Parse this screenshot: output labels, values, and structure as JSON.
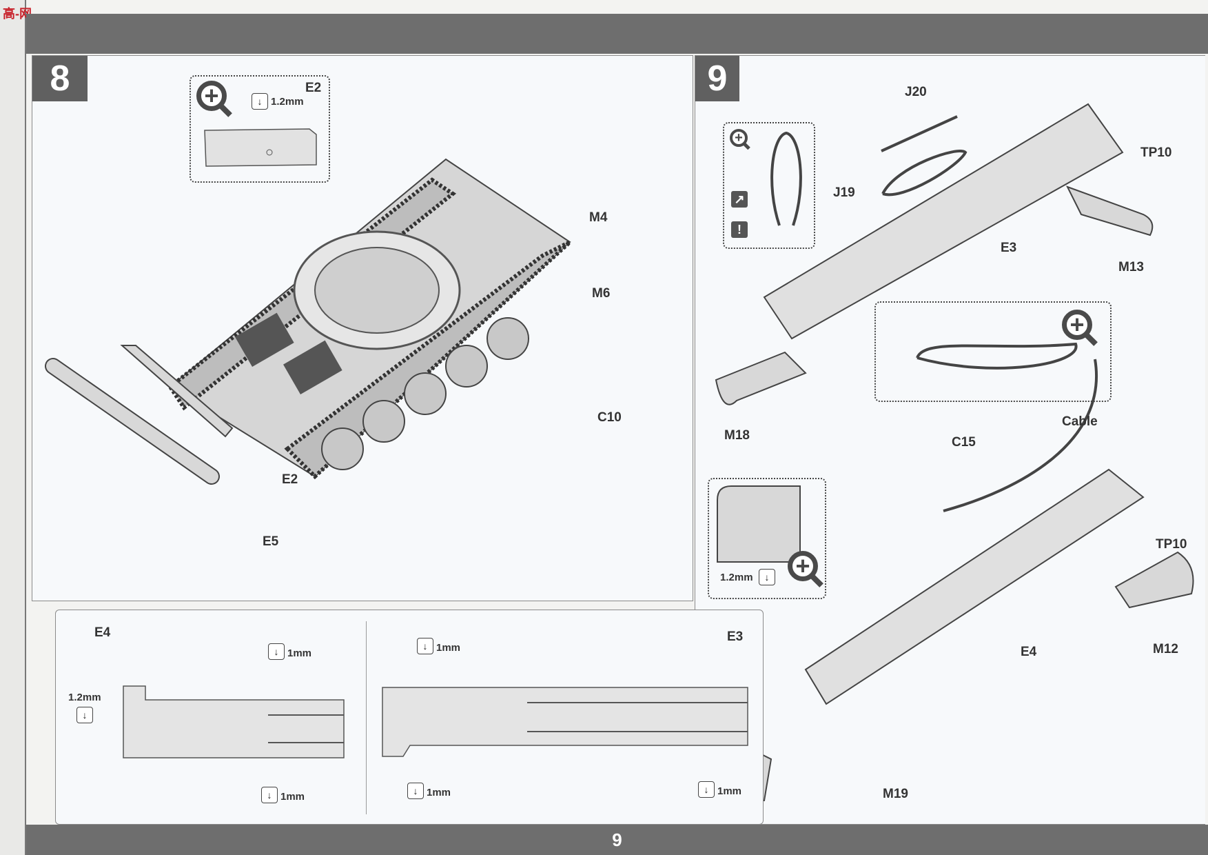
{
  "logo_text": "高-网",
  "page_number": "9",
  "step8": {
    "number": "8",
    "labels": {
      "e2_top": "E2",
      "m4": "M4",
      "m6": "M6",
      "c10": "C10",
      "e2": "E2",
      "e5": "E5"
    },
    "drill_size": "1.2mm"
  },
  "step9": {
    "number": "9",
    "labels": {
      "j20": "J20",
      "j19": "J19",
      "e3": "E3",
      "tp10_top": "TP10",
      "m13": "M13",
      "m18": "M18",
      "cable": "Cable",
      "c15": "C15",
      "tp10_bottom": "TP10",
      "e4": "E4",
      "m12": "M12",
      "m19": "M19"
    },
    "drill_size": "1.2mm",
    "warning_icon": "!"
  },
  "bottom_left": {
    "e4_title": "E4",
    "e3_title": "E3",
    "e4_drill_left": "1.2mm",
    "e4_drill_top": "1mm",
    "e4_drill_bottom": "1mm",
    "e3_drill_top": "1mm",
    "e3_drill_bottom_left": "1mm",
    "e3_drill_bottom_right": "1mm"
  }
}
